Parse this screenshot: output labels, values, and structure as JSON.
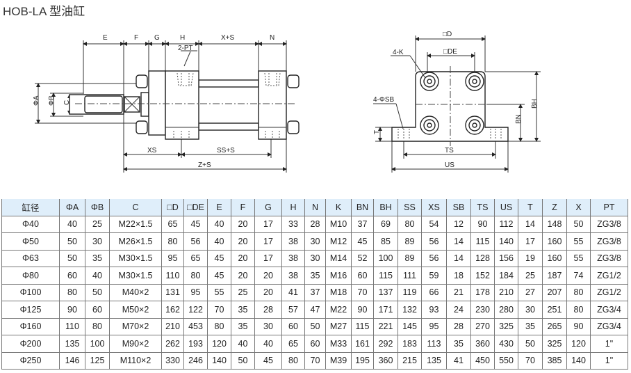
{
  "title": "HOB-LA 型油缸",
  "side_view": {
    "labels": {
      "E": "E",
      "F": "F",
      "G": "G",
      "H": "H",
      "XS_top": "X+S",
      "N": "N",
      "PT": "2-PT",
      "A": "ΦA",
      "B": "ΦB",
      "C": "C",
      "XS": "XS",
      "SS": "SS+S",
      "Z": "Z+S"
    }
  },
  "end_view": {
    "labels": {
      "D": "□D",
      "DE": "□DE",
      "K": "4-K",
      "SB": "4-ΦSB",
      "BH": "BH",
      "BN": "BN",
      "T": "T",
      "TS": "TS",
      "US": "US"
    }
  },
  "table": {
    "headers": [
      "缸径",
      "ΦA",
      "ΦB",
      "C",
      "□D",
      "□DE",
      "E",
      "F",
      "G",
      "H",
      "N",
      "K",
      "BN",
      "BH",
      "SS",
      "XS",
      "SB",
      "TS",
      "US",
      "T",
      "Z",
      "X",
      "PT"
    ],
    "rows": [
      [
        "Φ40",
        "40",
        "25",
        "M22×1.5",
        "65",
        "45",
        "40",
        "20",
        "17",
        "33",
        "28",
        "M10",
        "37",
        "69",
        "80",
        "54",
        "12",
        "90",
        "112",
        "14",
        "148",
        "50",
        "ZG3/8"
      ],
      [
        "Φ50",
        "50",
        "30",
        "M26×1.5",
        "80",
        "56",
        "40",
        "20",
        "17",
        "38",
        "30",
        "M12",
        "45",
        "85",
        "89",
        "56",
        "14",
        "115",
        "140",
        "17",
        "160",
        "55",
        "ZG3/8"
      ],
      [
        "Φ63",
        "50",
        "35",
        "M30×1.5",
        "95",
        "65",
        "45",
        "20",
        "17",
        "38",
        "30",
        "M14",
        "52",
        "100",
        "89",
        "56",
        "14",
        "128",
        "156",
        "19",
        "160",
        "55",
        "ZG3/8"
      ],
      [
        "Φ80",
        "60",
        "40",
        "M30×1.5",
        "110",
        "80",
        "45",
        "20",
        "20",
        "38",
        "35",
        "M16",
        "60",
        "115",
        "111",
        "59",
        "18",
        "152",
        "184",
        "25",
        "187",
        "74",
        "ZG1/2"
      ],
      [
        "Φ100",
        "80",
        "50",
        "M40×2",
        "131",
        "95",
        "55",
        "25",
        "20",
        "41",
        "37",
        "M18",
        "70",
        "137",
        "119",
        "66",
        "21",
        "178",
        "210",
        "27",
        "207",
        "80",
        "ZG1/2"
      ],
      [
        "Φ125",
        "90",
        "60",
        "M50×2",
        "162",
        "122",
        "70",
        "35",
        "28",
        "57",
        "47",
        "M22",
        "90",
        "171",
        "132",
        "93",
        "24",
        "230",
        "280",
        "30",
        "251",
        "80",
        "ZG3/4"
      ],
      [
        "Φ160",
        "110",
        "80",
        "M70×2",
        "210",
        "453",
        "80",
        "35",
        "30",
        "60",
        "50",
        "M27",
        "115",
        "221",
        "145",
        "95",
        "28",
        "270",
        "325",
        "35",
        "265",
        "90",
        "ZG3/4"
      ],
      [
        "Φ200",
        "135",
        "100",
        "M90×2",
        "262",
        "193",
        "120",
        "40",
        "40",
        "65",
        "60",
        "M33",
        "161",
        "292",
        "183",
        "113",
        "35",
        "360",
        "430",
        "50",
        "325",
        "120",
        "1\""
      ],
      [
        "Φ250",
        "146",
        "125",
        "M110×2",
        "330",
        "246",
        "140",
        "50",
        "45",
        "80",
        "70",
        "M39",
        "195",
        "360",
        "215",
        "135",
        "41",
        "450",
        "550",
        "70",
        "385",
        "140",
        "1\""
      ]
    ]
  }
}
